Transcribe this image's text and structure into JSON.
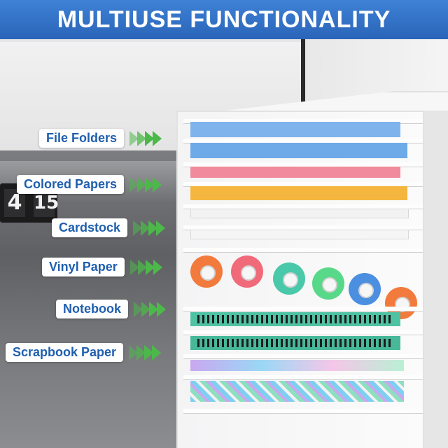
{
  "banner": {
    "title": "MULTIUSE FUNCTIONALITY"
  },
  "clock": {
    "d1": "4",
    "d2": "15"
  },
  "labels": [
    {
      "text": "File Folders"
    },
    {
      "text": "Colored Papers"
    },
    {
      "text": "Cardstock"
    },
    {
      "text": "Vinyl Paper"
    },
    {
      "text": "Notebook"
    },
    {
      "text": "Scrapbook Paper"
    }
  ],
  "colors": {
    "banner": "#2f6fc4",
    "label_text": "#1f5fae",
    "arrow": "#4cb84a",
    "folder": "#6ea9e8",
    "pink": "#f08a9c",
    "orange_paper": "#f5b640",
    "roll_orange": "#f27a3c",
    "roll_teal": "#49c9a9",
    "roll_blue": "#4b8fe0",
    "notebook": "#4fc2a3"
  },
  "icons": {
    "arrow": "chevron-right-icon"
  }
}
